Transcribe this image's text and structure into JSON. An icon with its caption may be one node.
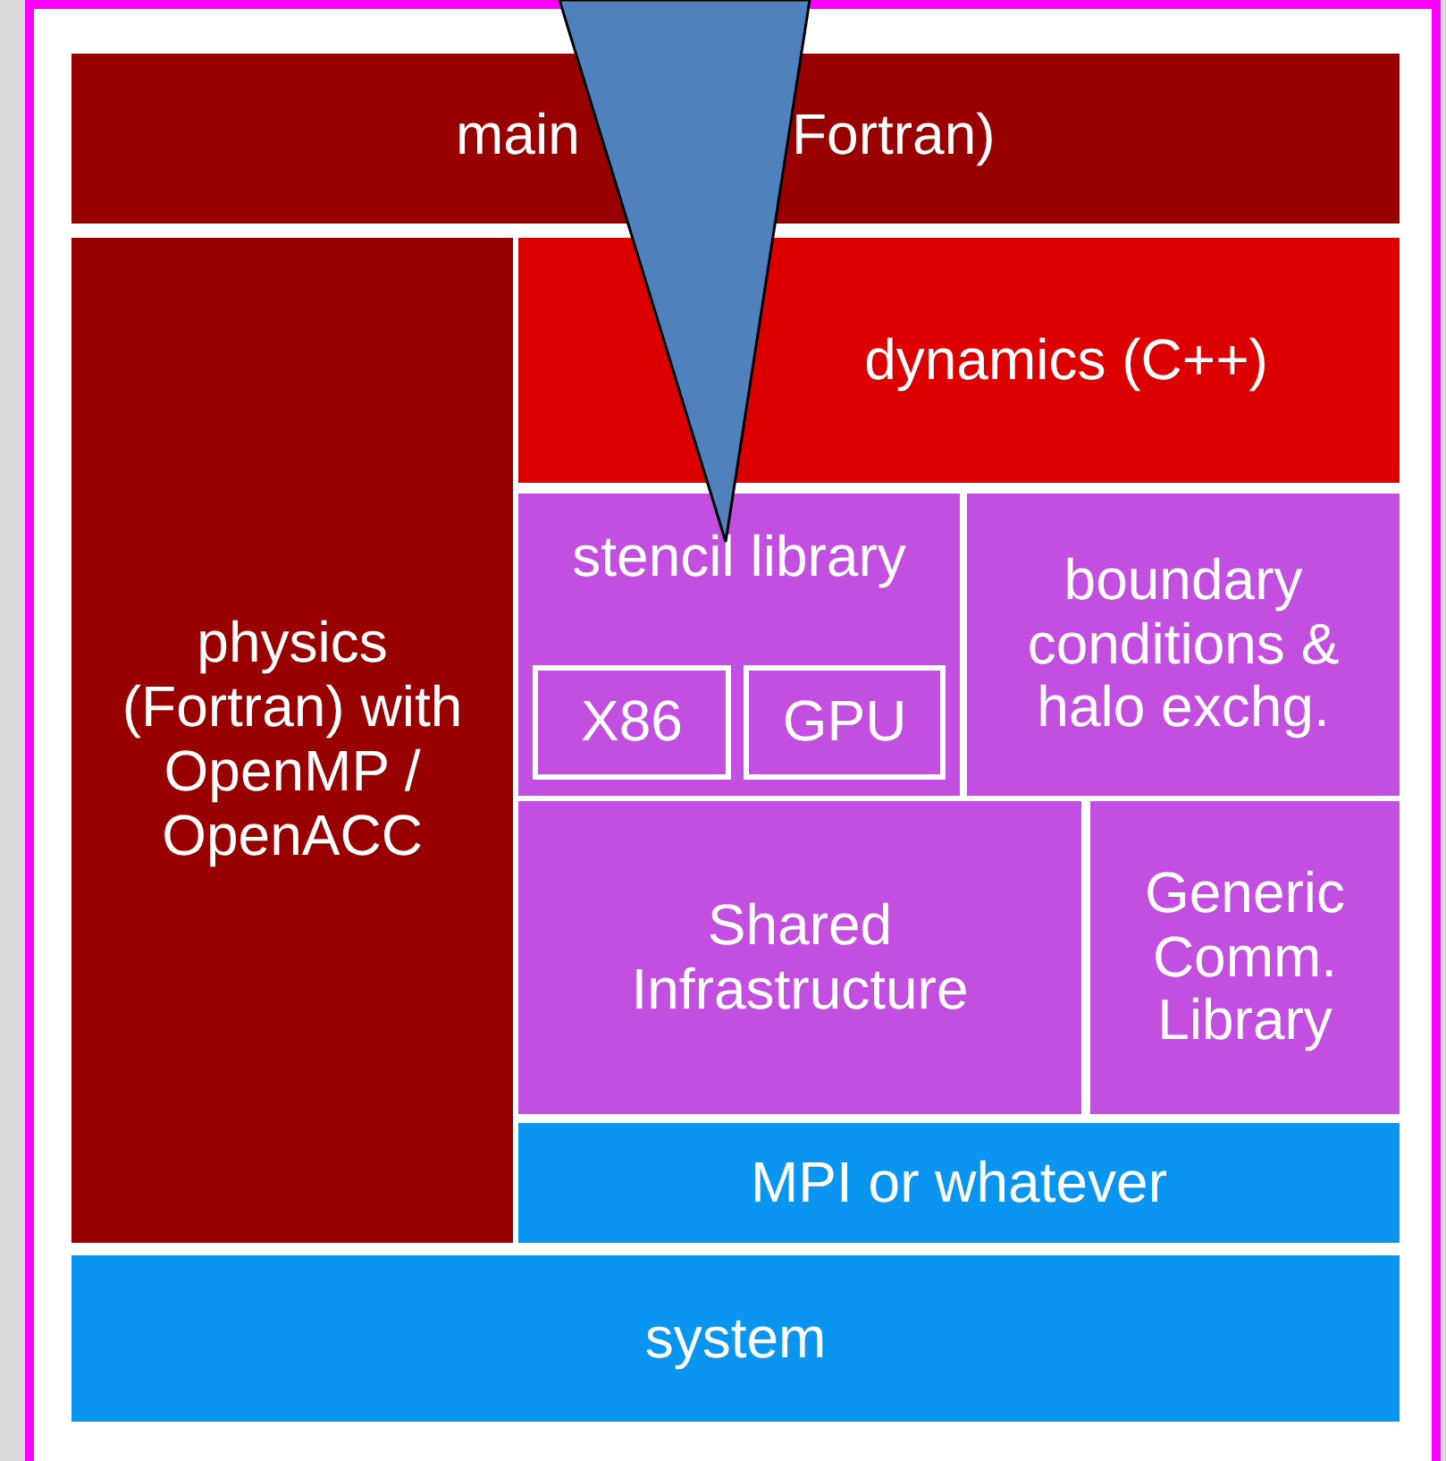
{
  "diagram": {
    "nodes": [
      {
        "text": [
          "main",
          "Fortran)"
        ]
      },
      {
        "text": [
          "physics (Fortran) with OpenMP / OpenACC"
        ]
      },
      {
        "text": [
          "dynamics (C++)"
        ]
      },
      {
        "text": [
          "stencil library"
        ]
      },
      {
        "text": [
          "X86"
        ],
        "in": 3
      },
      {
        "text": [
          "GPU"
        ],
        "in": 3
      },
      {
        "text": [
          "boundary conditions & halo exchg."
        ]
      },
      {
        "text": [
          "Shared Infrastructure"
        ]
      },
      {
        "text": [
          "Generic Comm. Library"
        ]
      },
      {
        "text": [
          "MPI or whatever"
        ]
      },
      {
        "text": [
          "system"
        ]
      },
      {
        "text": [],
        "shape": "triangle"
      }
    ]
  }
}
